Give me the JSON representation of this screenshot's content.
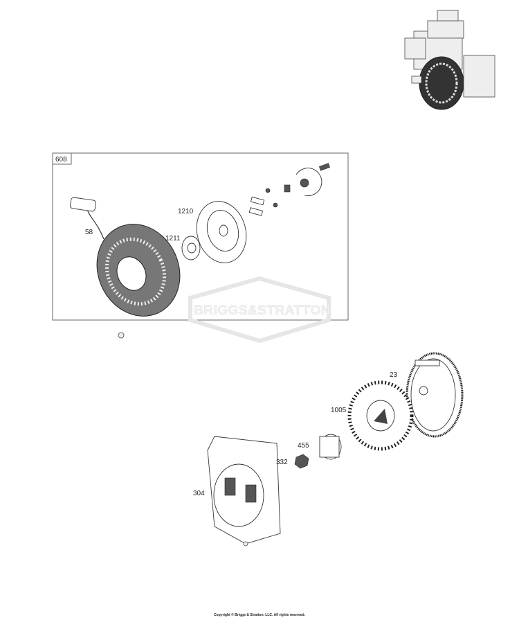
{
  "watermark": "BRIGGS&STRATTON",
  "kit_box": {
    "label": "608"
  },
  "callouts": {
    "p58": "58",
    "p1210": "1210",
    "p1211": "1211",
    "p23": "23",
    "p1005": "1005",
    "p455": "455",
    "p332": "332",
    "p304": "304"
  },
  "copyright": "Copyright © Briggs & Stratton, LLC. All rights reserved."
}
